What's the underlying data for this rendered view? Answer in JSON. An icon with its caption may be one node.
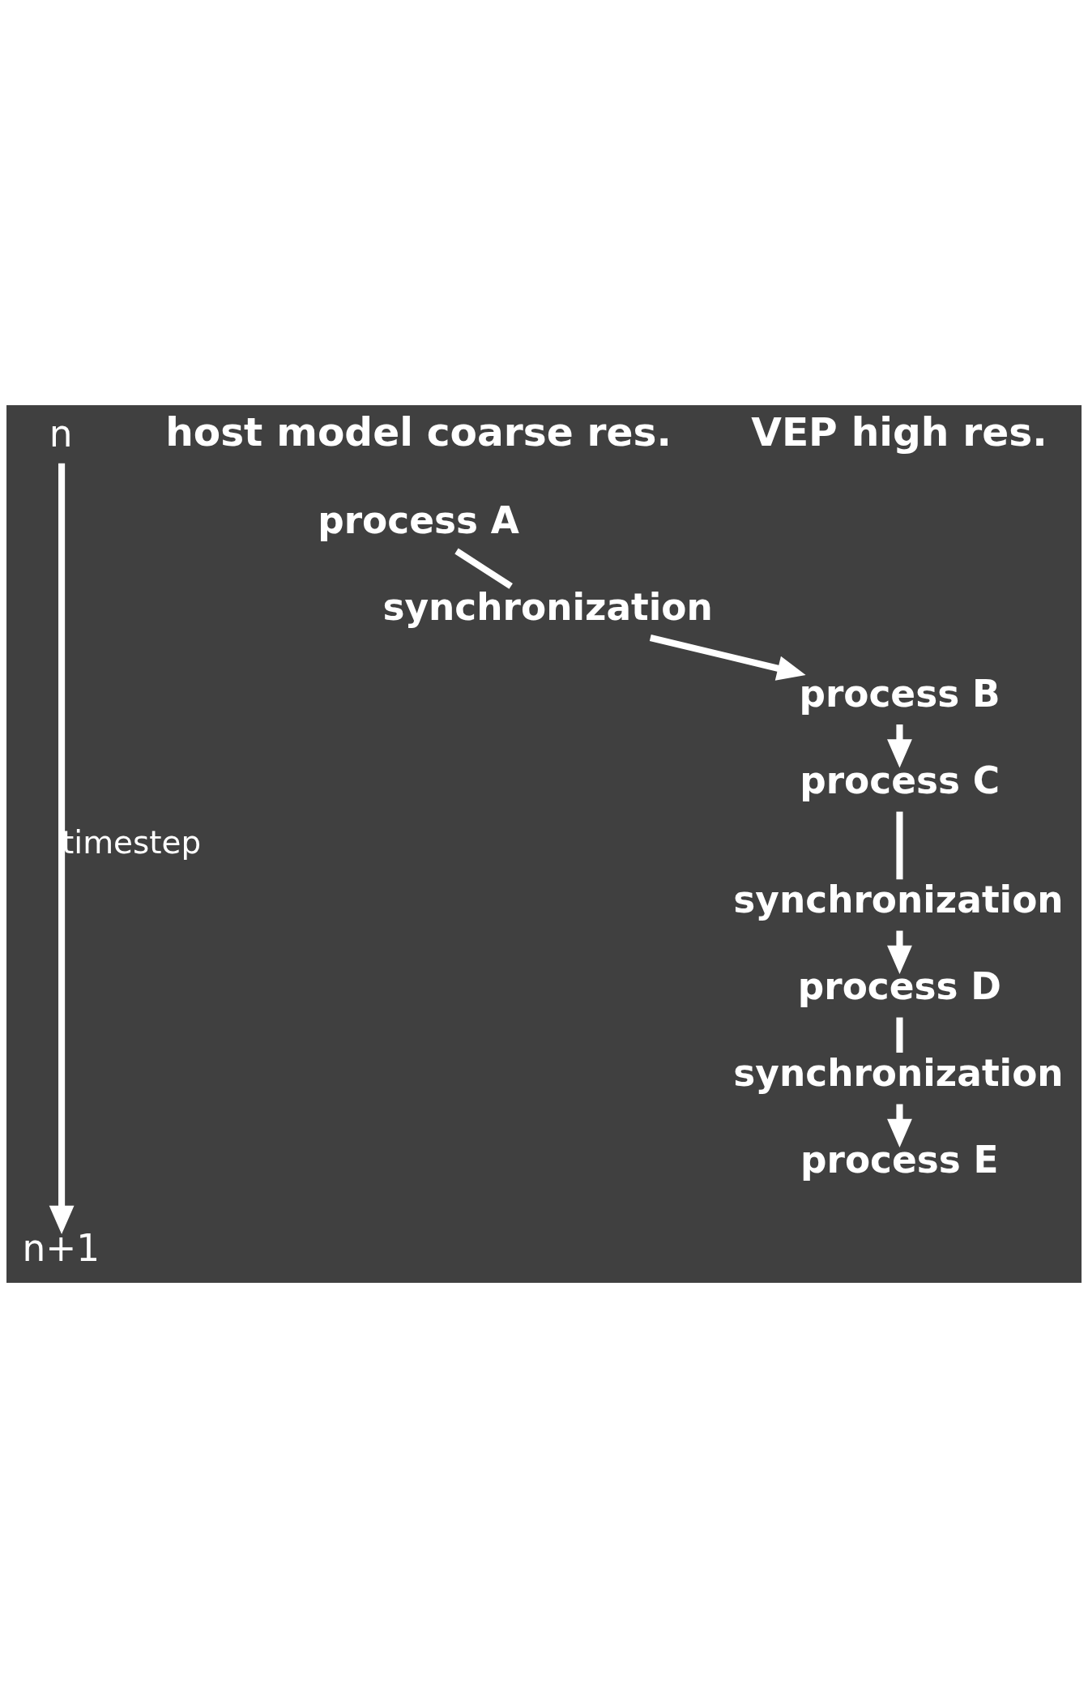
{
  "diagram": {
    "nodes": [
      {
        "text": [
          "n"
        ]
      },
      {
        "text": [
          "process A"
        ]
      },
      {
        "text": [
          "synchronization"
        ]
      },
      {
        "text": [
          "process B"
        ]
      },
      {
        "text": [
          "process C"
        ]
      },
      {
        "text": [
          "synchronization"
        ]
      },
      {
        "text": [
          "process D"
        ]
      },
      {
        "text": [
          "synchronization"
        ]
      },
      {
        "text": [
          "process E"
        ]
      },
      {
        "text": [
          "n+1"
        ]
      }
    ],
    "edges": [
      {
        "from": 0,
        "to": 9,
        "arrow": "to",
        "label": "timestep"
      },
      {
        "from": 1,
        "to": 2,
        "arrow": "none"
      },
      {
        "from": 2,
        "to": 3,
        "arrow": "to"
      },
      {
        "from": 3,
        "to": 4,
        "arrow": "to"
      },
      {
        "from": 4,
        "to": 5,
        "arrow": "none"
      },
      {
        "from": 5,
        "to": 6,
        "arrow": "to"
      },
      {
        "from": 6,
        "to": 7,
        "arrow": "none"
      },
      {
        "from": 7,
        "to": 8,
        "arrow": "to"
      }
    ],
    "labels": [
      "host model coarse res.",
      "VEP high res."
    ]
  }
}
